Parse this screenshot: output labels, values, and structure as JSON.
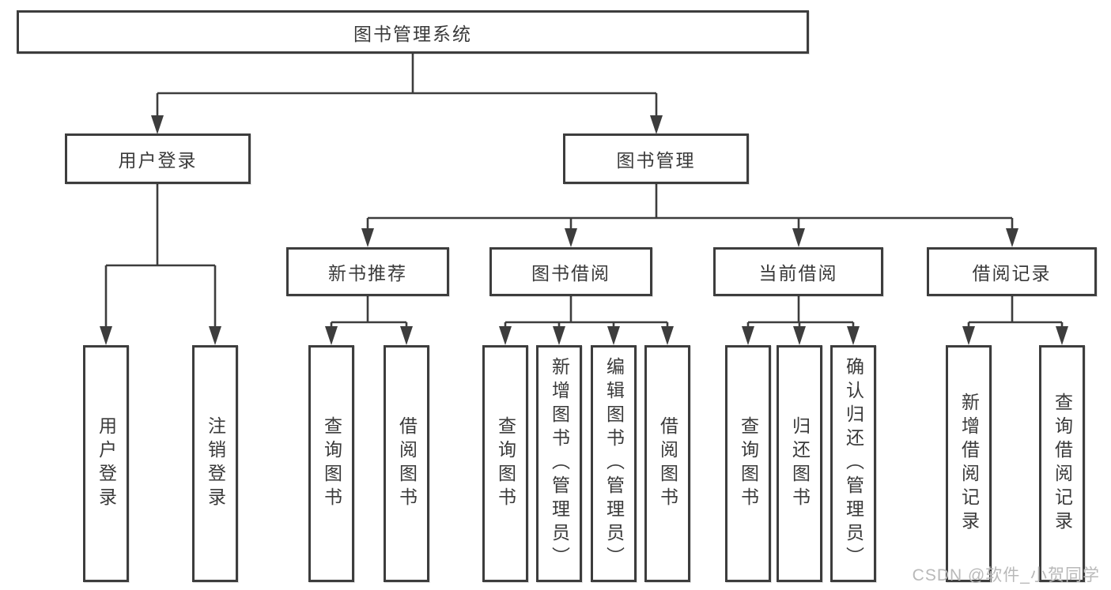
{
  "tree": {
    "root": "图书管理系统",
    "user_login": {
      "label": "用户登录",
      "children": {
        "login": "用户登录",
        "logout": "注销登录"
      }
    },
    "book_management": {
      "label": "图书管理",
      "modules": {
        "new_book_recommend": {
          "label": "新书推荐",
          "children": {
            "query_books": "查询图书",
            "borrow_books": "借阅图书"
          }
        },
        "book_borrow": {
          "label": "图书借阅",
          "children": {
            "query_books": "查询图书",
            "add_books": "新增图书（管理员）",
            "edit_books": "编辑图书（管理员）",
            "borrow_books": "借阅图书"
          }
        },
        "current_borrow": {
          "label": "当前借阅",
          "children": {
            "query_books": "查询图书",
            "return_books": "归还图书",
            "confirm_return": "确认归还（管理员）"
          }
        },
        "borrow_records": {
          "label": "借阅记录",
          "children": {
            "add_record": "新增借阅记录",
            "query_record": "查询借阅记录"
          }
        }
      }
    }
  },
  "watermark": "CSDN @软件_小贺同学",
  "colors": {
    "line": "#3d3d3d",
    "text": "#3a3a3a",
    "watermark": "#b9b9b9",
    "background": "#ffffff"
  }
}
